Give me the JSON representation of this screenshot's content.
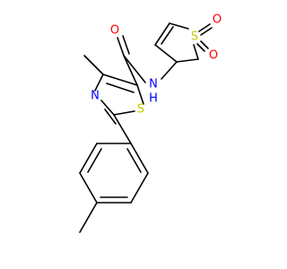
{
  "molecule": {
    "atoms": {
      "carbonyl_oxygen": "O",
      "amide_nitrogen": "N",
      "amide_hydrogen": "H",
      "thiazole_nitrogen": "N",
      "thiazole_sulfur": "S",
      "sulfone_sulfur": "S",
      "sulfone_oxygen_1": "O",
      "sulfone_oxygen_2": "O"
    }
  },
  "colors": {
    "oxygen": "#ff0000",
    "nitrogen": "#0000ff",
    "sulfur": "#c8c800",
    "hydrogen": "#0000ff",
    "bond": "#000000"
  }
}
